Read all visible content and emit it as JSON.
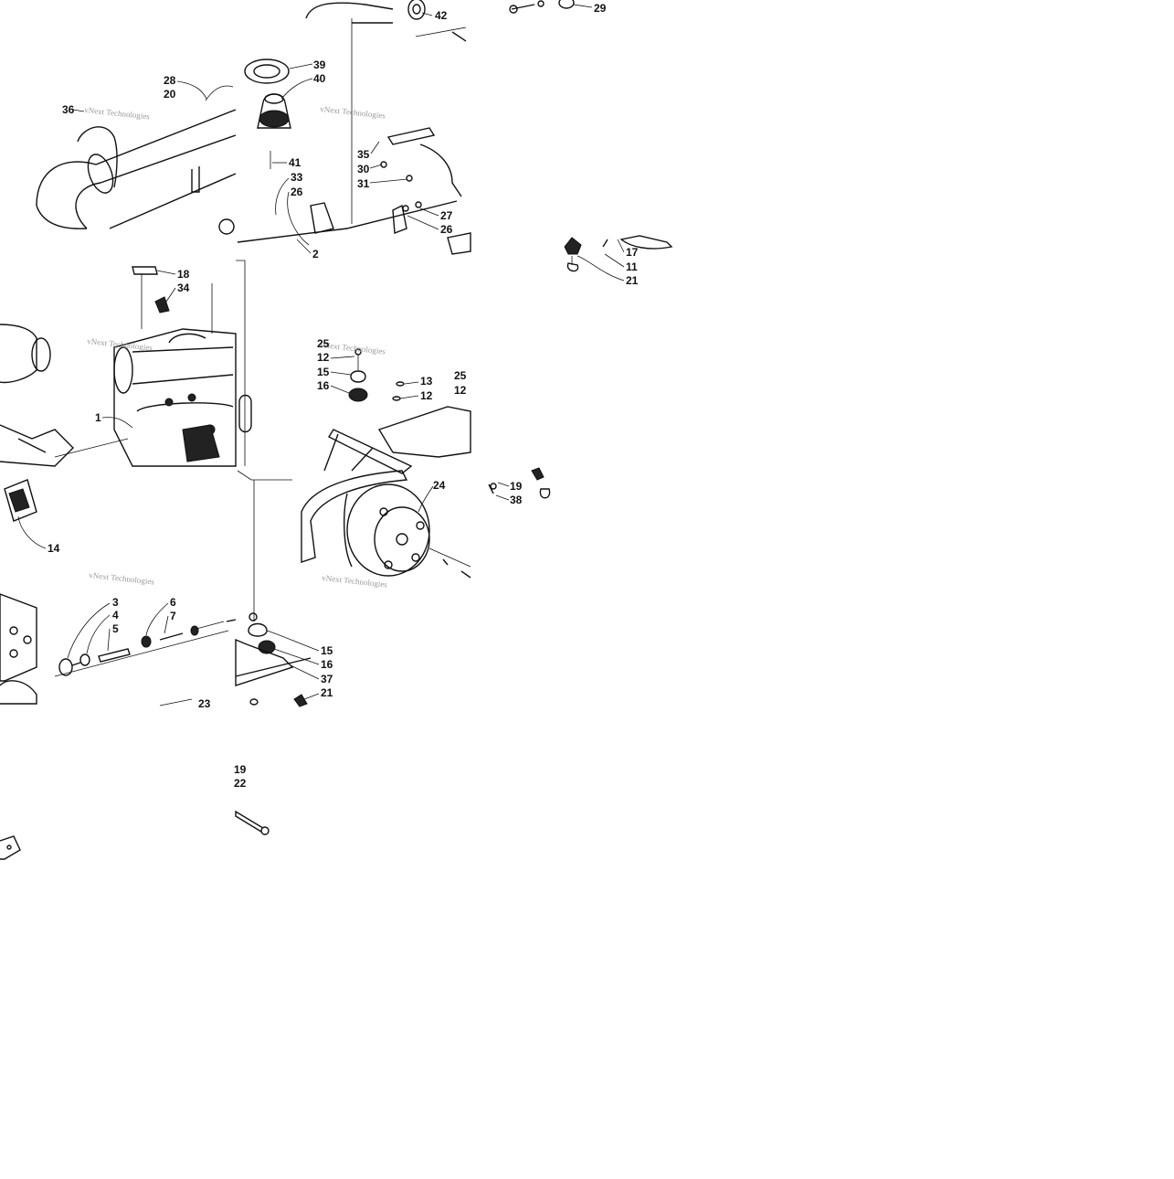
{
  "watermark": {
    "text": "vNext Technologies"
  },
  "callouts": [
    {
      "id": "t1-42",
      "text": "42"
    },
    {
      "id": "t1-29",
      "text": "29"
    },
    {
      "id": "t1-39",
      "text": "39"
    },
    {
      "id": "t1-40",
      "text": "40"
    },
    {
      "id": "t1-28",
      "text": "28"
    },
    {
      "id": "t1-20",
      "text": "20"
    },
    {
      "id": "t1-36",
      "text": "36"
    },
    {
      "id": "t1-35",
      "text": "35"
    },
    {
      "id": "t1-30",
      "text": "30"
    },
    {
      "id": "t1-31",
      "text": "31"
    },
    {
      "id": "t1-41",
      "text": "41"
    },
    {
      "id": "t1-33",
      "text": "33"
    },
    {
      "id": "t1-26a",
      "text": "26"
    },
    {
      "id": "t1-27",
      "text": "27"
    },
    {
      "id": "t1-26b",
      "text": "26"
    },
    {
      "id": "t1-2",
      "text": "2"
    },
    {
      "id": "t2-17",
      "text": "17"
    },
    {
      "id": "t2-11",
      "text": "11"
    },
    {
      "id": "t2-21",
      "text": "21"
    },
    {
      "id": "t3-18",
      "text": "18"
    },
    {
      "id": "t3-34",
      "text": "34"
    },
    {
      "id": "t3-1",
      "text": "1"
    },
    {
      "id": "t4-25a",
      "text": "25"
    },
    {
      "id": "t4-12a",
      "text": "12"
    },
    {
      "id": "t4-15a",
      "text": "15"
    },
    {
      "id": "t4-16a",
      "text": "16"
    },
    {
      "id": "t4-13",
      "text": "13"
    },
    {
      "id": "t4-12b",
      "text": "12"
    },
    {
      "id": "t4-25b",
      "text": "25"
    },
    {
      "id": "t4-12c",
      "text": "12"
    },
    {
      "id": "t5-19",
      "text": "19"
    },
    {
      "id": "t5-38",
      "text": "38"
    },
    {
      "id": "t5-24",
      "text": "24"
    },
    {
      "id": "t6-14",
      "text": "14"
    },
    {
      "id": "t6-3",
      "text": "3"
    },
    {
      "id": "t6-4",
      "text": "4"
    },
    {
      "id": "t6-5",
      "text": "5"
    },
    {
      "id": "t6-6",
      "text": "6"
    },
    {
      "id": "t6-7",
      "text": "7"
    },
    {
      "id": "t6-23",
      "text": "23"
    },
    {
      "id": "t7-15",
      "text": "15"
    },
    {
      "id": "t7-16",
      "text": "16"
    },
    {
      "id": "t7-37",
      "text": "37"
    },
    {
      "id": "t7-21",
      "text": "21"
    },
    {
      "id": "t8-19",
      "text": "19"
    },
    {
      "id": "t8-22",
      "text": "22"
    }
  ]
}
